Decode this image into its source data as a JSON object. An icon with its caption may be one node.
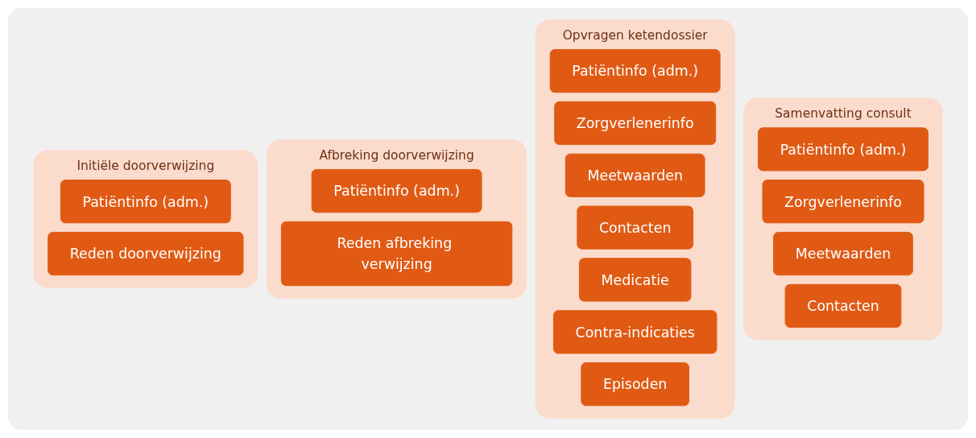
{
  "diagram": {
    "nodes": [
      {
        "text": [
          "Initiële doorverwijzing"
        ]
      },
      {
        "text": [
          "Patiëntinfo (adm.)"
        ],
        "in": 0
      },
      {
        "text": [
          "Reden doorverwijzing"
        ],
        "in": 0
      },
      {
        "text": [
          "Afbreking doorverwijzing"
        ]
      },
      {
        "text": [
          "Patiëntinfo (adm.)"
        ],
        "in": 3
      },
      {
        "text": [
          "Reden afbreking verwijzing"
        ],
        "in": 3
      },
      {
        "text": [
          "Opvragen ketendossier"
        ]
      },
      {
        "text": [
          "Patiëntinfo (adm.)"
        ],
        "in": 6
      },
      {
        "text": [
          "Zorgverlenerinfo"
        ],
        "in": 6
      },
      {
        "text": [
          "Meetwaarden"
        ],
        "in": 6
      },
      {
        "text": [
          "Contacten"
        ],
        "in": 6
      },
      {
        "text": [
          "Medicatie"
        ],
        "in": 6
      },
      {
        "text": [
          "Contra-indicaties"
        ],
        "in": 6
      },
      {
        "text": [
          "Episoden"
        ],
        "in": 6
      },
      {
        "text": [
          "Samenvatting consult"
        ]
      },
      {
        "text": [
          "Patiëntinfo (adm.)"
        ],
        "in": 14
      },
      {
        "text": [
          "Zorgverlenerinfo"
        ],
        "in": 14
      },
      {
        "text": [
          "Meetwaarden"
        ],
        "in": 14
      },
      {
        "text": [
          "Contacten"
        ],
        "in": 14
      }
    ],
    "edges": []
  }
}
